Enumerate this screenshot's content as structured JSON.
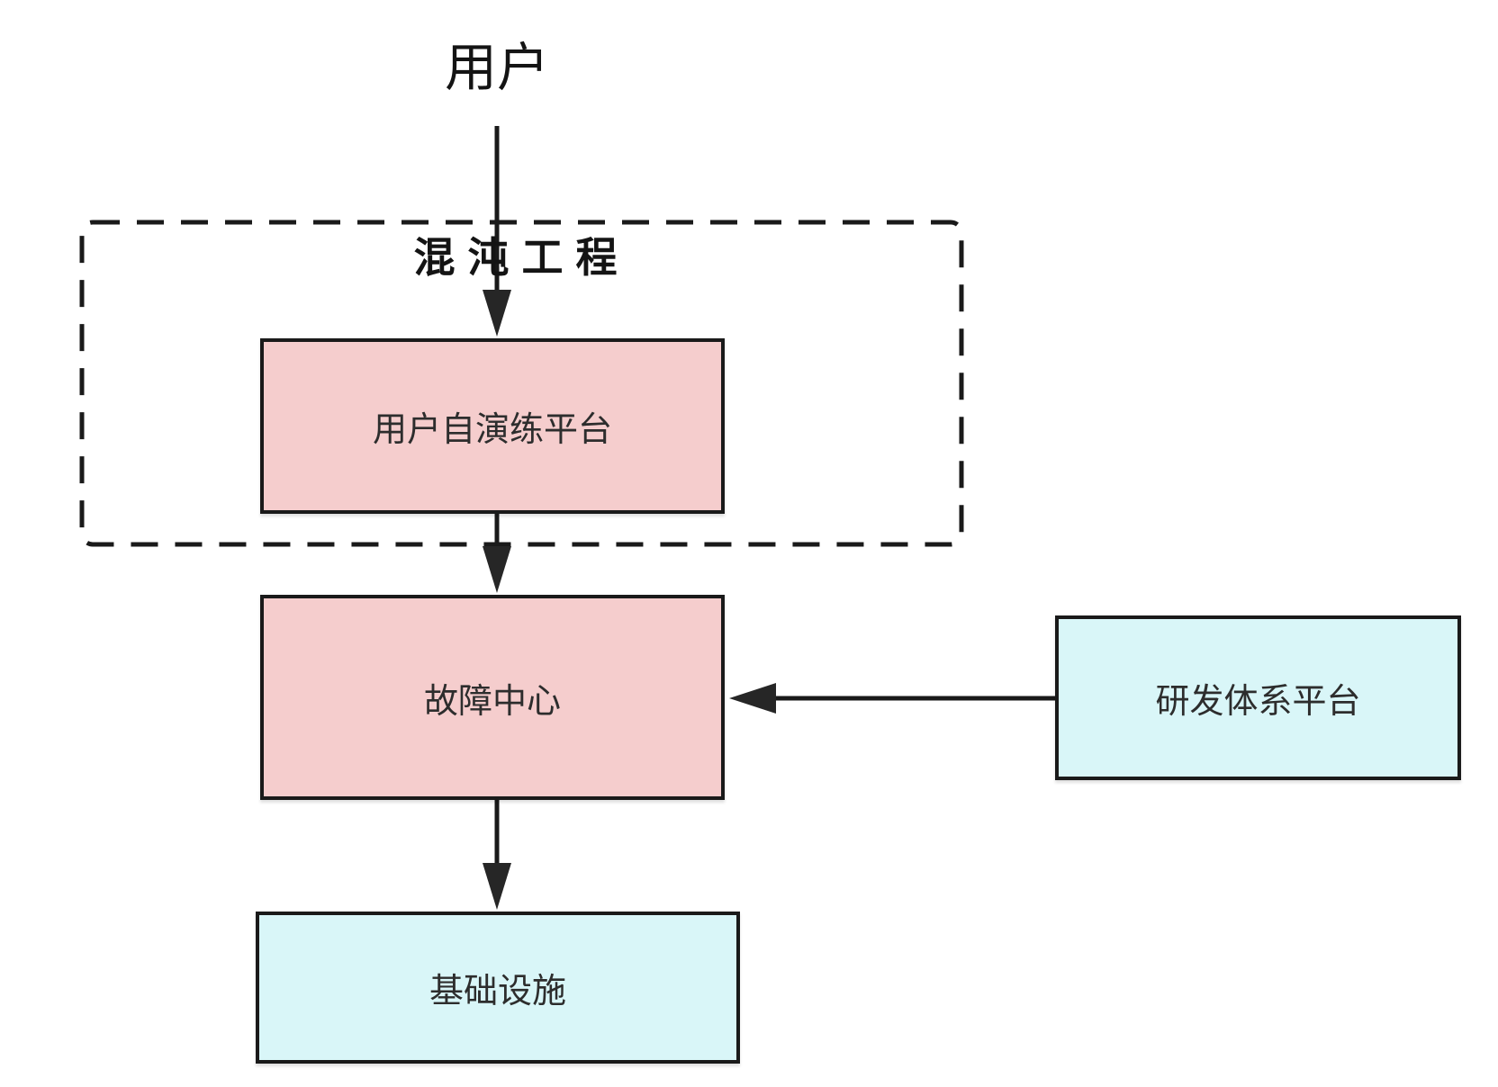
{
  "diagram": {
    "background_color": "#ffffff",
    "line_color": "#1a1a1a",
    "user_label": "用户",
    "chaos_group": {
      "title": "混沌工程",
      "border_style": "dashed"
    },
    "nodes": {
      "drill_platform": {
        "label": "用户自演练平台",
        "fill": "#f5cdcd"
      },
      "fault_center": {
        "label": "故障中心",
        "fill": "#f5cdcd"
      },
      "rd_platform": {
        "label": "研发体系平台",
        "fill": "#d9f6f8"
      },
      "infrastructure": {
        "label": "基础设施",
        "fill": "#d9f6f8"
      }
    },
    "edges": [
      {
        "from": "用户",
        "to": "用户自演练平台",
        "direction": "down"
      },
      {
        "from": "用户自演练平台",
        "to": "故障中心",
        "direction": "down"
      },
      {
        "from": "故障中心",
        "to": "基础设施",
        "direction": "down"
      },
      {
        "from": "研发体系平台",
        "to": "故障中心",
        "direction": "left"
      }
    ]
  }
}
